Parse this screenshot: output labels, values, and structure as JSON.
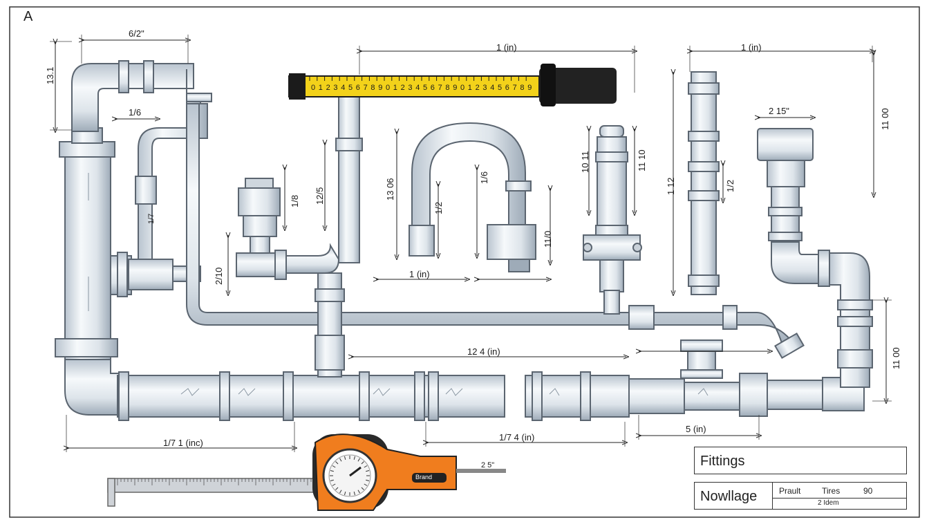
{
  "sheet": {
    "corner_label": "A"
  },
  "dimensions": {
    "top_left_width": "6/2\"",
    "left_height": "13.1",
    "small_upper": "1/6",
    "tape_span": "1 (in)",
    "right_span": "1 (in)",
    "left_elbow_height": "1/7",
    "drop_height": "12/5",
    "valve_height": "1/8",
    "arch_height": "13 06",
    "arch_width": "1 (in)",
    "arch_inner": "1/6",
    "arch_lower": "1/2",
    "arch_right_height": "11/0",
    "valve_right_height": "10 11",
    "valve_right_small": "11 10",
    "tall_fitting_height": "1 12",
    "elbow_right_width": "2 15\"",
    "elbow_right_small": "1/2",
    "right_full_height": "11 00",
    "right_lower_height": "11 00",
    "middle_span": "12 4 (in)",
    "bottom_left_span": "1/7 1 (inc)",
    "bottom_mid_span": "1/7 4 (in)",
    "bottom_right_span": "5 (in)",
    "tee_small": "2/10",
    "caliper_note": "2 5\""
  },
  "tools": {
    "tape_digits": [
      "0",
      "1",
      "2",
      "3",
      "4",
      "5",
      "6",
      "7",
      "8",
      "9",
      "0",
      "1",
      "2",
      "3",
      "4",
      "5",
      "6",
      "7",
      "8",
      "9",
      "0",
      "1",
      "2",
      "3",
      "4",
      "5",
      "6",
      "7",
      "8",
      "9"
    ],
    "measure_brand": "Brand"
  },
  "title_block": {
    "title": "Fittings",
    "subtitle": "Nowllage",
    "col1": "Prault",
    "col2": "Tires",
    "col3": "90",
    "col4": "2 Idem"
  },
  "colors": {
    "pipe_fill": "#e9eef3",
    "pipe_stroke": "#5b6570",
    "tape_yellow": "#f3d21a",
    "tape_housing": "#222222",
    "measure_orange": "#f07d1e",
    "dim_line": "#222222"
  }
}
